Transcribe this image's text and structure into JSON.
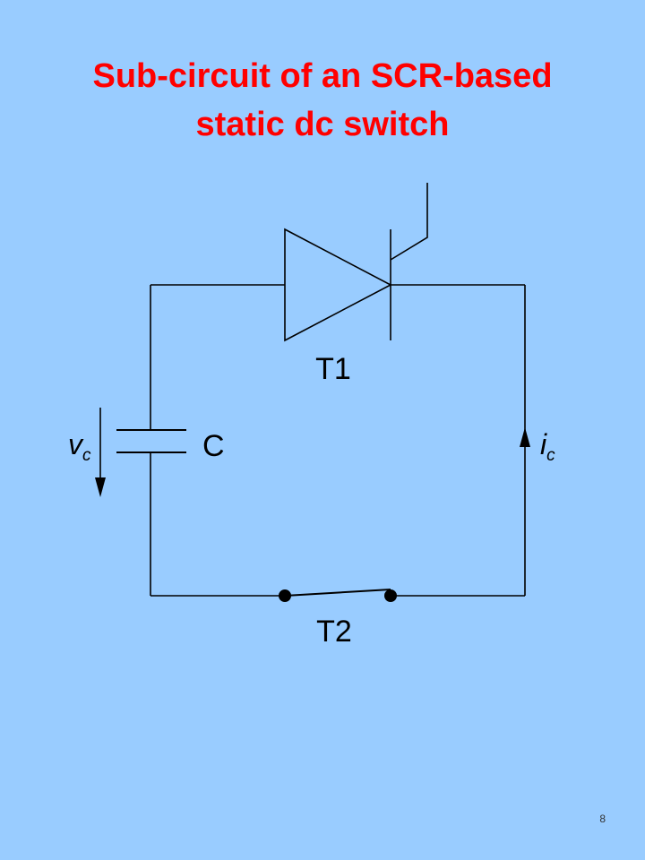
{
  "slide": {
    "title_line1": "Sub-circuit of an SCR-based",
    "title_line2": "static dc switch",
    "page_number": "8"
  },
  "diagram": {
    "components": {
      "scr": {
        "label": "T1",
        "icon": "thyristor-symbol"
      },
      "capacitor": {
        "label": "C",
        "icon": "capacitor-symbol"
      },
      "switch": {
        "label": "T2",
        "icon": "switch-symbol"
      }
    },
    "voltage_label": {
      "main": "v",
      "sub": "c"
    },
    "current_label": {
      "main": "i",
      "sub": "c"
    }
  },
  "colors": {
    "background": "#99ccff",
    "title": "#ff0000",
    "lines": "#000000"
  }
}
